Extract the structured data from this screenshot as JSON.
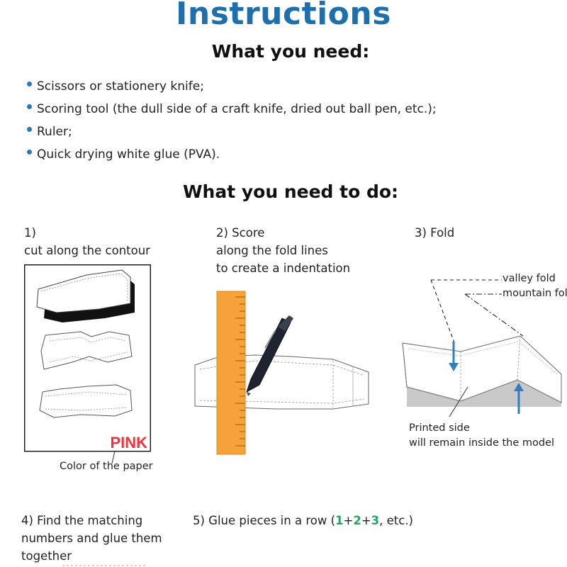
{
  "title": "Instructions",
  "need": {
    "heading": "What you need:",
    "items": [
      "Scissors or stationery knife;",
      "Scoring tool (the dull side of a craft knife, dried out ball pen, etc.);",
      "Ruler;",
      "Quick drying white glue (PVA)."
    ]
  },
  "todo": {
    "heading": "What you need to do:"
  },
  "step1": {
    "number": "1)",
    "text": "cut along the contour",
    "paper_color_word": "PINK",
    "caption": "Color of the paper"
  },
  "step2": {
    "line1": "2) Score",
    "line2": "along the fold lines",
    "line3": "to create a indentation"
  },
  "step3": {
    "label": "3) Fold",
    "valley_label": "valley fold",
    "mountain_label": "mountain fold",
    "printed_line1": "Printed side",
    "printed_line2": "will remain inside the model"
  },
  "step4": {
    "line1": "4) Find the matching",
    "line2": "numbers and glue them",
    "line3": "together"
  },
  "step5": {
    "prefix": "5) Glue pieces in a row (",
    "n1": "1",
    "plus1": "+",
    "n2": "2",
    "plus2": "+",
    "n3": "3",
    "suffix": ", etc.)"
  },
  "colors": {
    "title": "#1e6fae",
    "bullet": "#2c77b8",
    "pink": "#e8383f",
    "ruler": "#f5a23a",
    "arrow": "#2f7fc0",
    "green": "#1da862"
  }
}
